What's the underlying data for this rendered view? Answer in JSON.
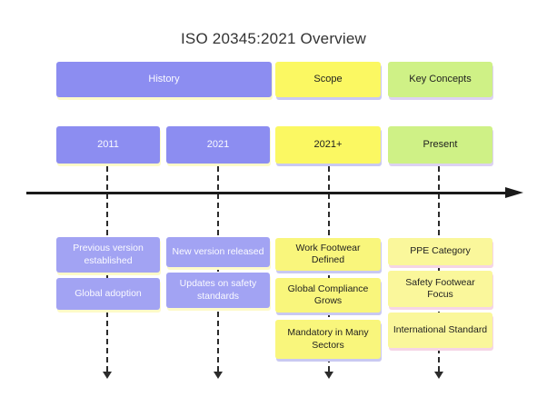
{
  "title": "ISO 20345:2021 Overview",
  "sections": [
    {
      "label": "History"
    },
    {
      "label": "Scope"
    },
    {
      "label": "Key Concepts"
    }
  ],
  "periods": [
    {
      "label": "2011",
      "section": "History",
      "events": [
        "Previous version established",
        "Global adoption"
      ]
    },
    {
      "label": "2021",
      "section": "History",
      "events": [
        "New version released",
        "Updates on safety standards"
      ]
    },
    {
      "label": "2021+",
      "section": "Scope",
      "events": [
        "Work Footwear Defined",
        "Global Compliance Grows",
        "Mandatory in Many Sectors"
      ]
    },
    {
      "label": "Present",
      "section": "Key Concepts",
      "events": [
        "PPE Category",
        "Safety Footwear Focus",
        "International Standard"
      ]
    }
  ],
  "colors": {
    "section_history": "#8c8df1",
    "section_scope": "#fbf862",
    "section_key_concepts": "#cff186",
    "event_history": "#a2a3f3",
    "event_scope": "#f9f67c",
    "event_key_concepts": "#faf79b",
    "shadow_under_purple": "#fdfac8",
    "shadow_under_yellow": "#c9c9f2",
    "shadow_under_green": "#dcd2f2",
    "shadow_under_pale_yellow": "#f5d5e6",
    "axis": "#1a1a1a",
    "title_text": "#333333"
  }
}
